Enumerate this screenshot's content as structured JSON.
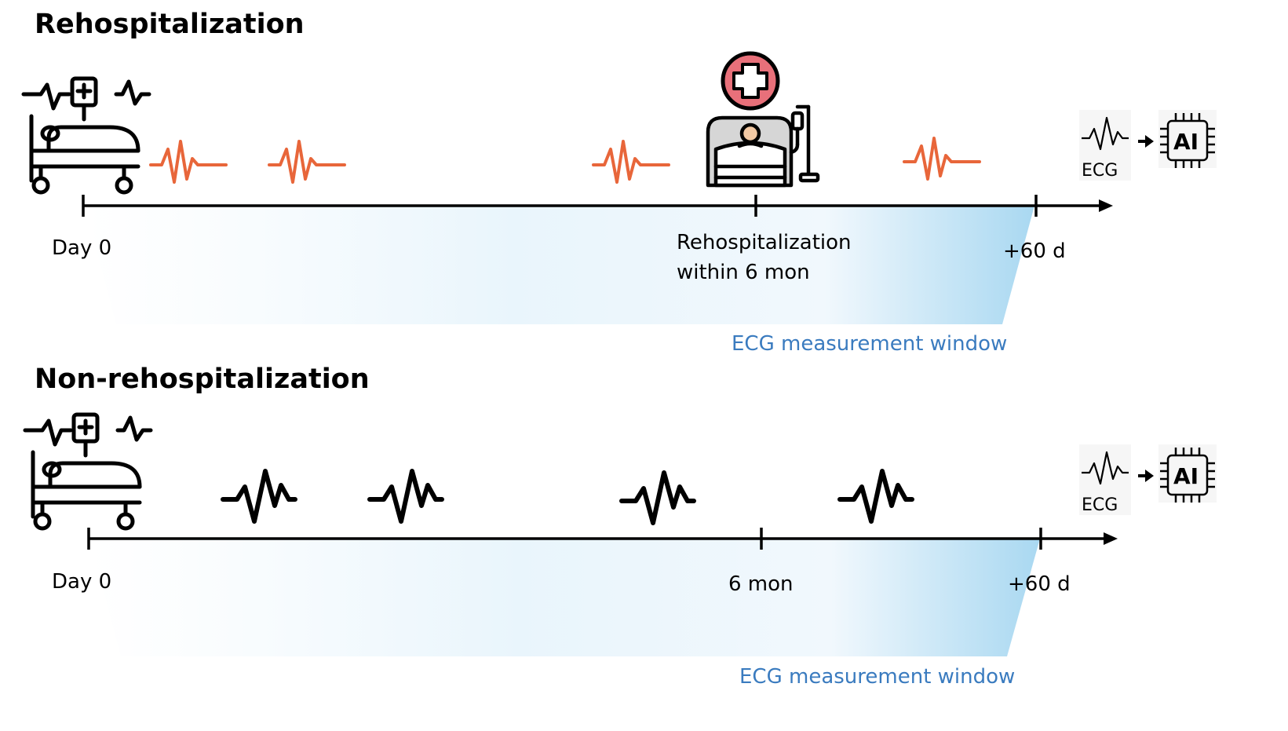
{
  "panels": [
    {
      "title": "Rehospitalization",
      "day0_label": "Day 0",
      "event_label_line1": "Rehospitalization",
      "event_label_line2": "within 6 mon",
      "end_label": "+60 d",
      "window_label": "ECG measurement window",
      "ecg_color": "#e8663a",
      "pipeline": {
        "ecg_label": "ECG",
        "ai_label": "AI"
      },
      "icons": [
        "hospital-bed-monitor-icon",
        "ecg-waveform-icon",
        "medical-cross-icon",
        "patient-in-bed-iv-icon",
        "ai-chip-icon"
      ]
    },
    {
      "title": "Non-rehospitalization",
      "day0_label": "Day 0",
      "event_label_line1": "6 mon",
      "end_label": "+60 d",
      "window_label": "ECG measurement window",
      "ecg_color": "#000000",
      "pipeline": {
        "ecg_label": "ECG",
        "ai_label": "AI"
      },
      "icons": [
        "hospital-bed-monitor-icon",
        "ecg-waveform-icon",
        "ai-chip-icon"
      ]
    }
  ],
  "colors": {
    "window_gradient": "#bfe1f4",
    "window_text": "#3a7bbf",
    "cross_circle": "#e8707a"
  }
}
